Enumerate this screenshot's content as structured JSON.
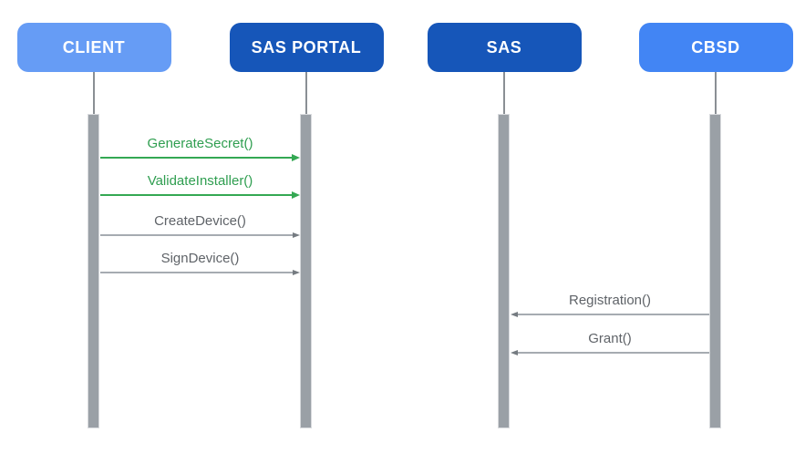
{
  "diagram": {
    "type": "sequence-diagram",
    "actors": [
      {
        "name": "CLIENT",
        "color": "#669cf5"
      },
      {
        "name": "SAS PORTAL",
        "color": "#1656b9"
      },
      {
        "name": "SAS",
        "color": "#1656b9"
      },
      {
        "name": "CBSD",
        "color": "#4285f4"
      }
    ],
    "messages": [
      {
        "label": "GenerateSecret()",
        "from": 0,
        "to": 1,
        "style": "green"
      },
      {
        "label": "ValidateInstaller()",
        "from": 0,
        "to": 1,
        "style": "green"
      },
      {
        "label": "CreateDevice()",
        "from": 0,
        "to": 1,
        "style": "gray"
      },
      {
        "label": "SignDevice()",
        "from": 0,
        "to": 1,
        "style": "gray"
      },
      {
        "label": "Registration()",
        "from": 3,
        "to": 2,
        "style": "gray"
      },
      {
        "label": "Grant()",
        "from": 3,
        "to": 2,
        "style": "gray"
      }
    ],
    "colors": {
      "green_line": "#34a853",
      "green_text": "#2f9e50",
      "green_head": "#34a853",
      "gray_line": "#a6abb1",
      "gray_text": "#5f6368",
      "gray_head": "#757b81",
      "lifeline": "#8a8f94",
      "activation_fill": "#9aa0a6",
      "activation_border": "#d8dadd",
      "background": "#ffffff"
    }
  }
}
